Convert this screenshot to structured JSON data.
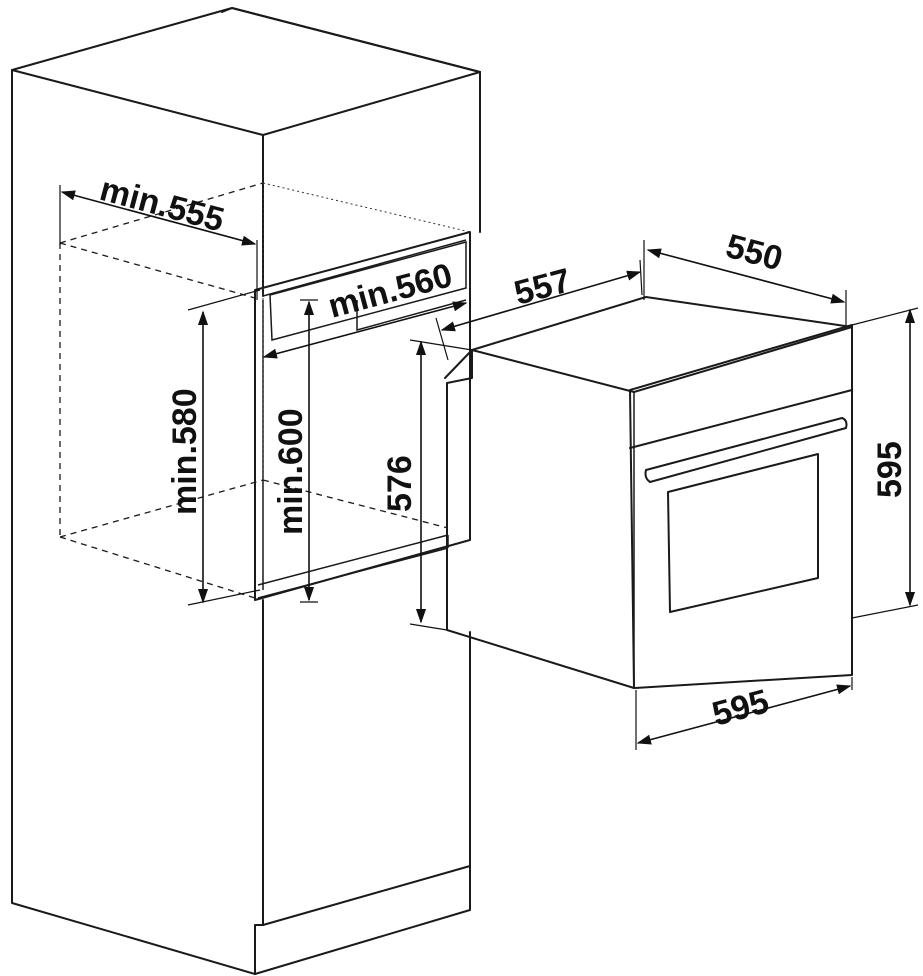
{
  "dimensions": {
    "niche_width": "min.555",
    "niche_height_inner": "min.580",
    "niche_height_outer": "min.600",
    "niche_depth": "min.560",
    "oven_depth_total": "557",
    "oven_depth_body": "550",
    "oven_height_front": "595",
    "oven_height_body": "576",
    "oven_width": "595"
  }
}
